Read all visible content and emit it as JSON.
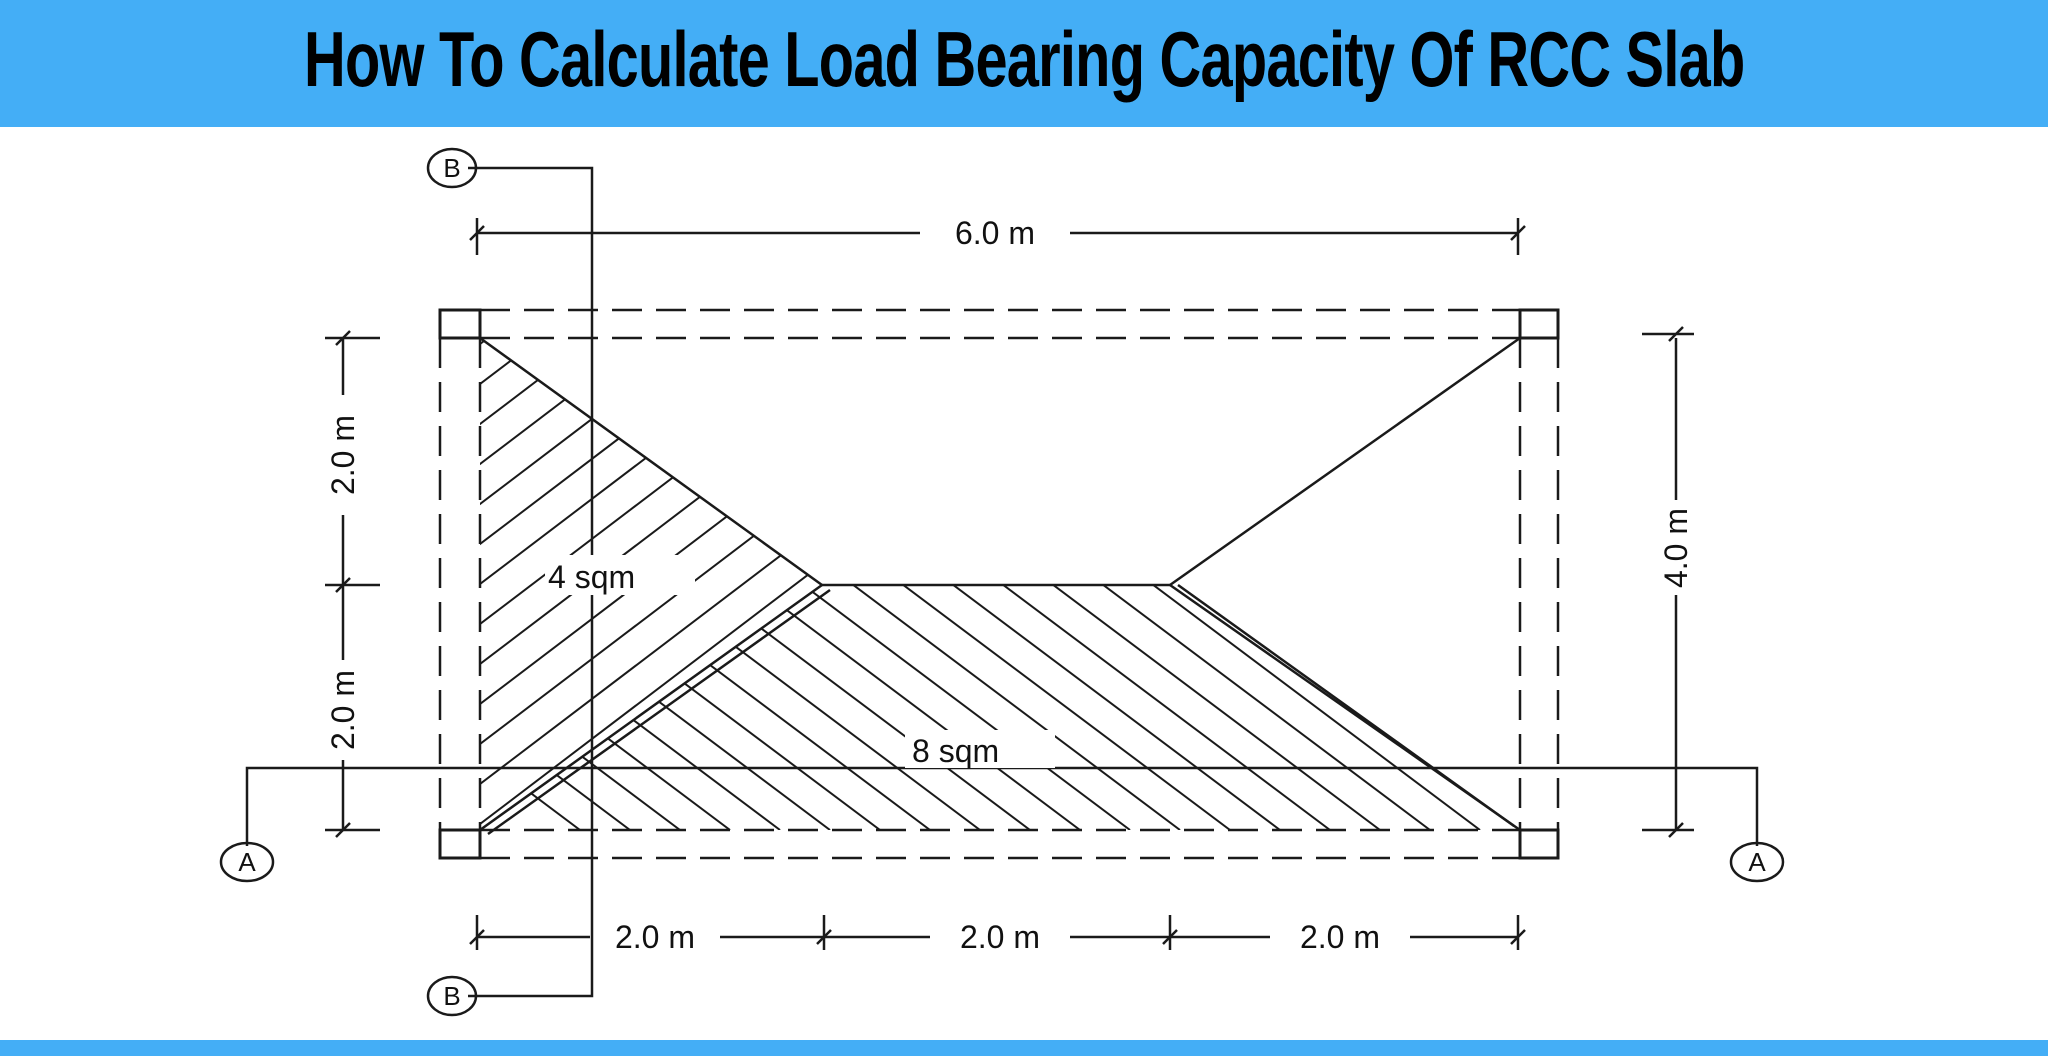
{
  "header": {
    "title": "How To Calculate Load Bearing Capacity Of RCC Slab",
    "background_color": "#44aef6",
    "text_color": "#000000"
  },
  "footer": {
    "background_color": "#44aef6"
  },
  "diagram": {
    "type": "slab load distribution plan (yield lines)",
    "dimensions": {
      "top_total": "6.0 m",
      "bottom_segments": [
        "2.0 m",
        "2.0 m",
        "2.0 m"
      ],
      "left_segments": [
        "2.0 m",
        "2.0 m"
      ],
      "right_total": "4.0 m"
    },
    "areas": {
      "triangle_left": "4 sqm",
      "trapezoid_bottom": "8 sqm"
    },
    "section_markers": {
      "section_a_left": "A",
      "section_a_right": "A",
      "section_b_top": "B",
      "section_b_bottom": "B"
    },
    "line_color": "#1a1a1a"
  }
}
